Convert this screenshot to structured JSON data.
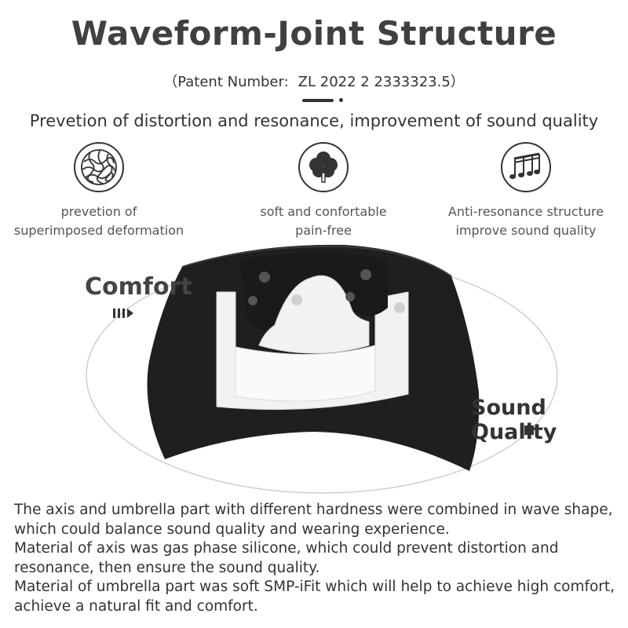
{
  "header": {
    "title": "Waveform-Joint Structure",
    "patent_label": "（Patent Number:",
    "patent_number": "ZL 2022 2 2333323.5）",
    "subtitle": "Prevetion of distortion and resonance, improvement of sound quality"
  },
  "features": [
    {
      "icon": "mesh-ball-icon",
      "line1": "prevetion of",
      "line2": "superimposed deformation"
    },
    {
      "icon": "cloud-icon",
      "line1": "soft and confortable",
      "line2": "pain-free"
    },
    {
      "icon": "music-notes-icon",
      "line1": "Anti-resonance structure",
      "line2": "improve sound quality"
    }
  ],
  "diagram": {
    "comfort_label": "Comfort",
    "sound_label": "Sound Quality"
  },
  "description": [
    "The axis and umbrella part with different hardness were combined in wave shape, which could balance sound quality and wearing experience.",
    "Material of axis was gas phase silicone, which could prevent distortion and resonance, then ensure the sound quality.",
    "Material of umbrella part was soft SMP-iFit which will help to achieve high comfort, achieve a natural fit and comfort."
  ],
  "colors": {
    "title": "#404040",
    "text": "#333333",
    "tip_body": "#1f1f1f",
    "tip_core": "#f2f2f2"
  }
}
